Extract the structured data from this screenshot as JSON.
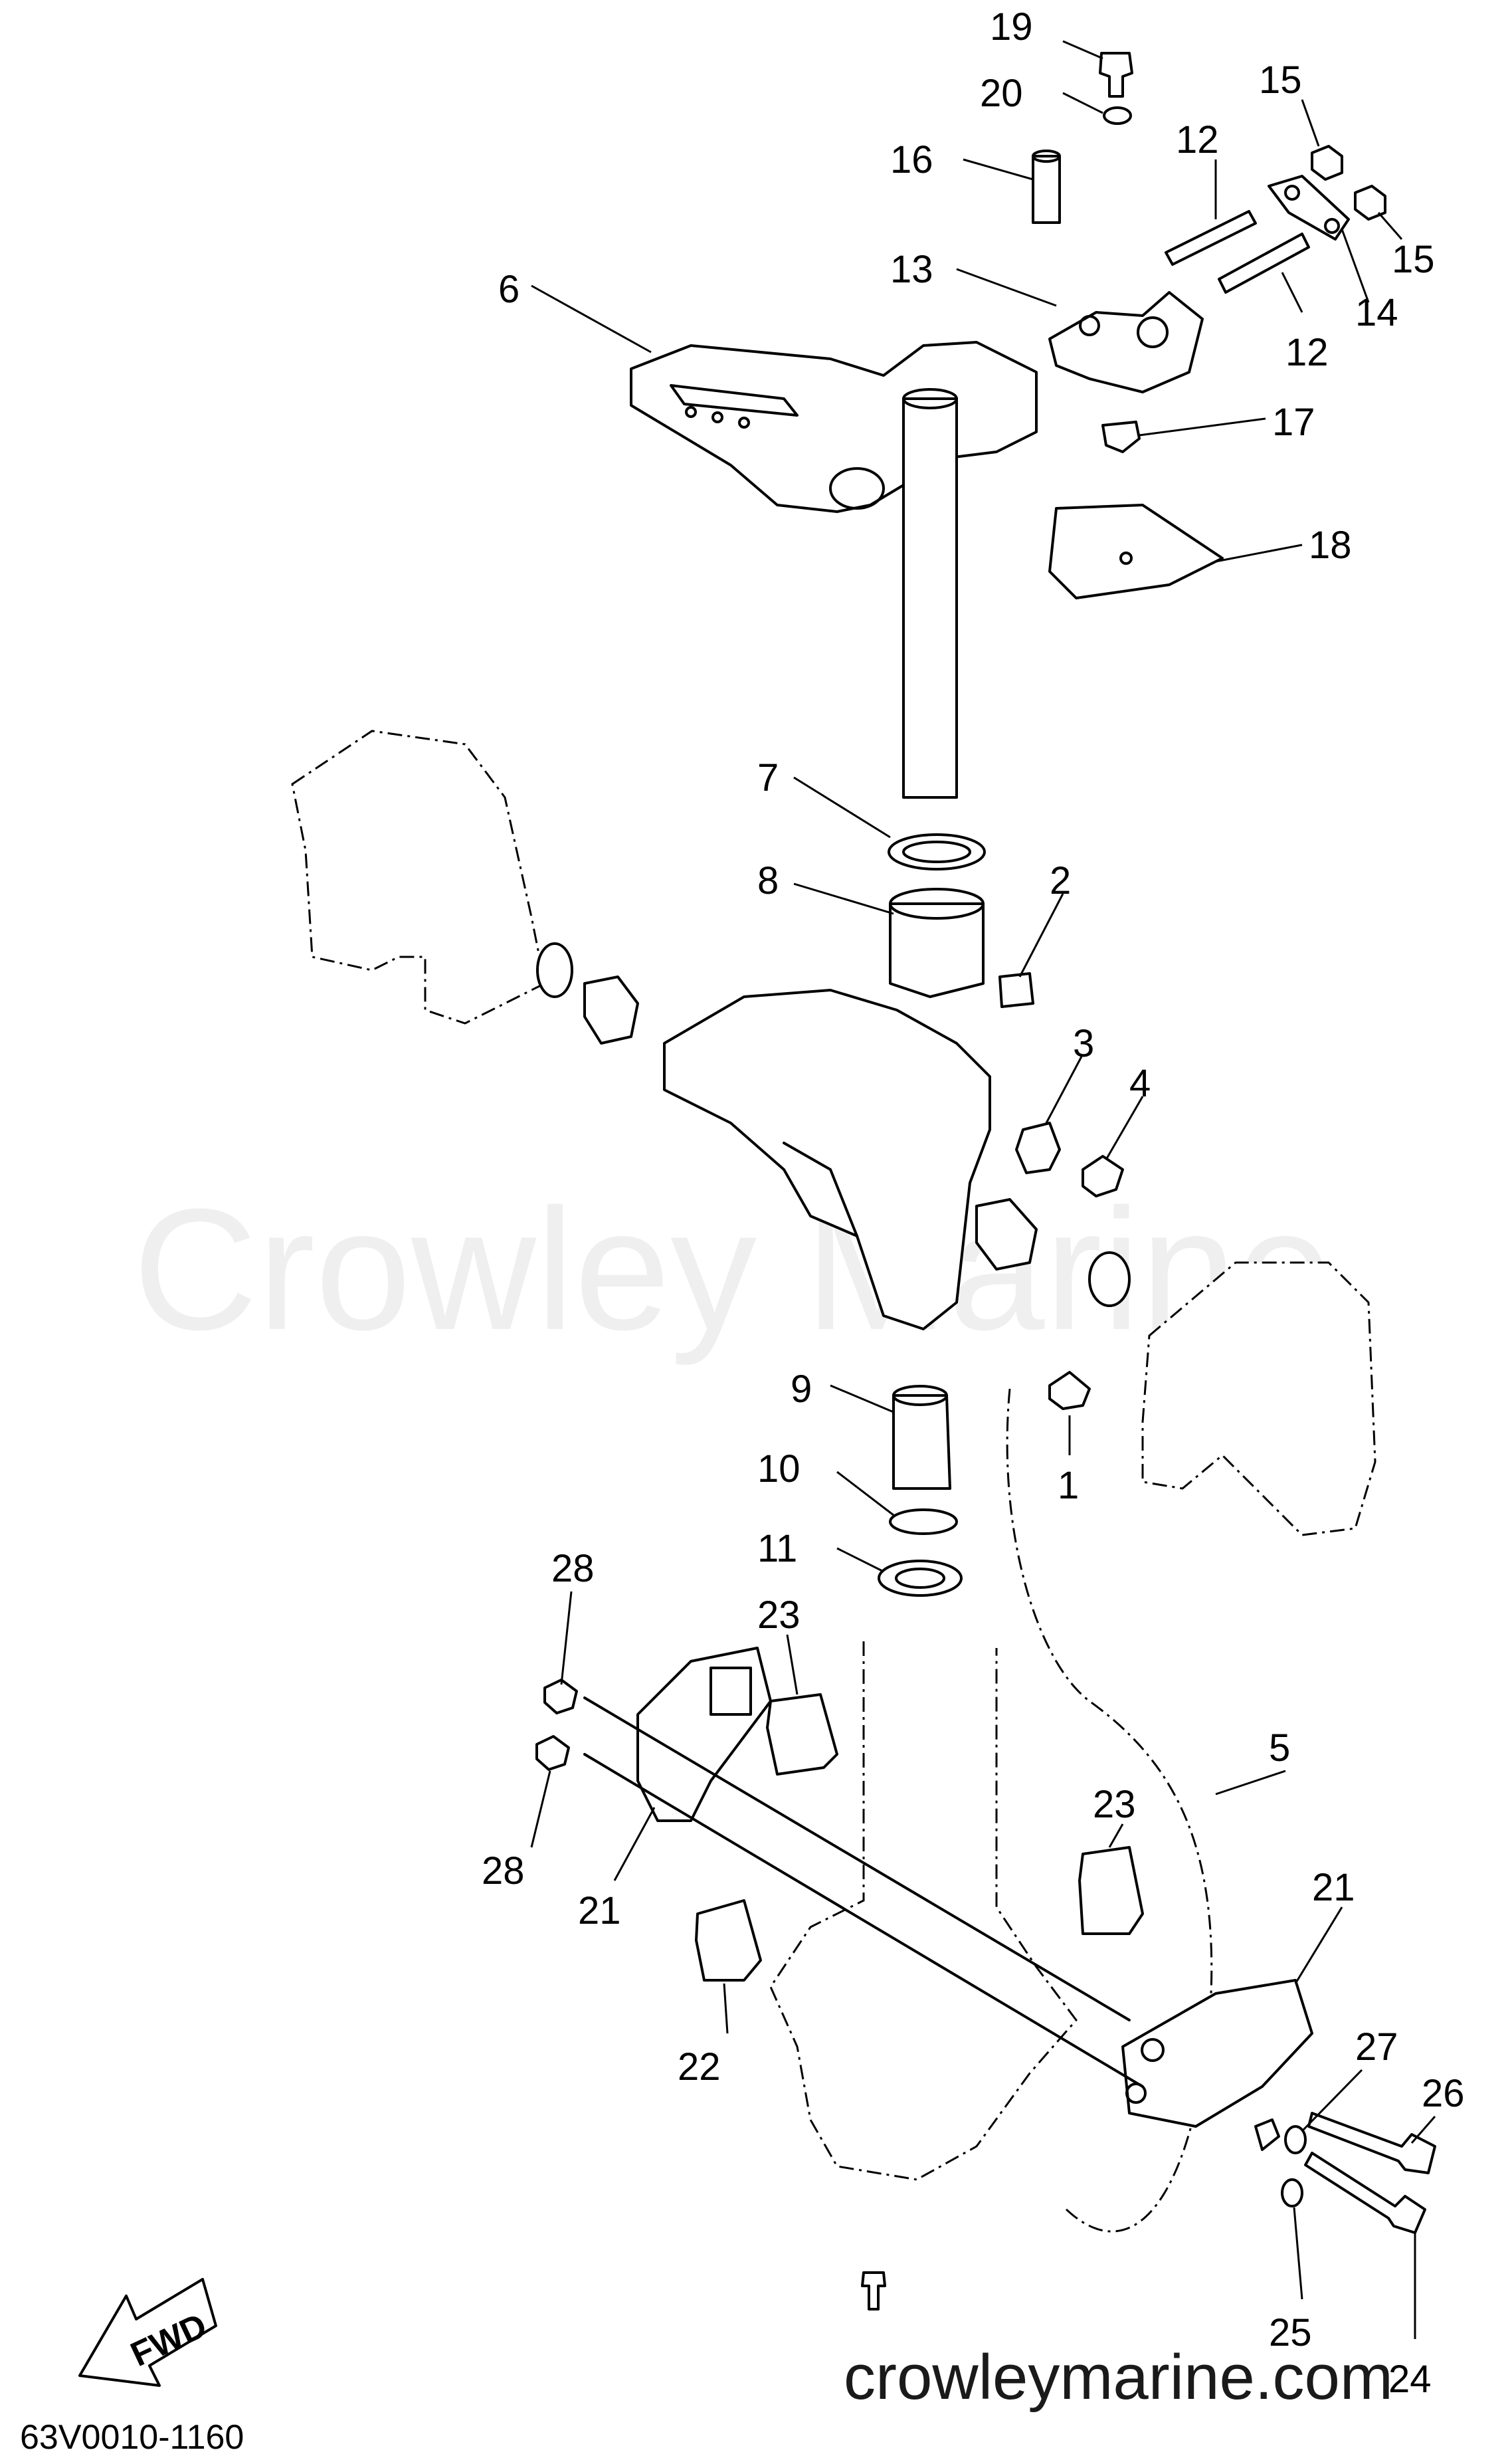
{
  "watermark": "Crowley Marine",
  "website": "crowleymarine.com",
  "diagram_code": "63V0010-1160",
  "fwd_label": "FWD",
  "callouts": [
    {
      "id": "c19",
      "label": "19"
    },
    {
      "id": "c20",
      "label": "20"
    },
    {
      "id": "c16",
      "label": "16"
    },
    {
      "id": "c15a",
      "label": "15"
    },
    {
      "id": "c15b",
      "label": "15"
    },
    {
      "id": "c12a",
      "label": "12"
    },
    {
      "id": "c12b",
      "label": "12"
    },
    {
      "id": "c13",
      "label": "13"
    },
    {
      "id": "c14",
      "label": "14"
    },
    {
      "id": "c6",
      "label": "6"
    },
    {
      "id": "c17",
      "label": "17"
    },
    {
      "id": "c18",
      "label": "18"
    },
    {
      "id": "c7",
      "label": "7"
    },
    {
      "id": "c8",
      "label": "8"
    },
    {
      "id": "c2",
      "label": "2"
    },
    {
      "id": "c3",
      "label": "3"
    },
    {
      "id": "c4",
      "label": "4"
    },
    {
      "id": "c9",
      "label": "9"
    },
    {
      "id": "c1",
      "label": "1"
    },
    {
      "id": "c10",
      "label": "10"
    },
    {
      "id": "c11",
      "label": "11"
    },
    {
      "id": "c28a",
      "label": "28"
    },
    {
      "id": "c23a",
      "label": "23"
    },
    {
      "id": "c5",
      "label": "5"
    },
    {
      "id": "c23b",
      "label": "23"
    },
    {
      "id": "c28b",
      "label": "28"
    },
    {
      "id": "c21a",
      "label": "21"
    },
    {
      "id": "c21b",
      "label": "21"
    },
    {
      "id": "c22",
      "label": "22"
    },
    {
      "id": "c27",
      "label": "27"
    },
    {
      "id": "c26",
      "label": "26"
    },
    {
      "id": "c25",
      "label": "25"
    },
    {
      "id": "c24",
      "label": "24"
    }
  ]
}
